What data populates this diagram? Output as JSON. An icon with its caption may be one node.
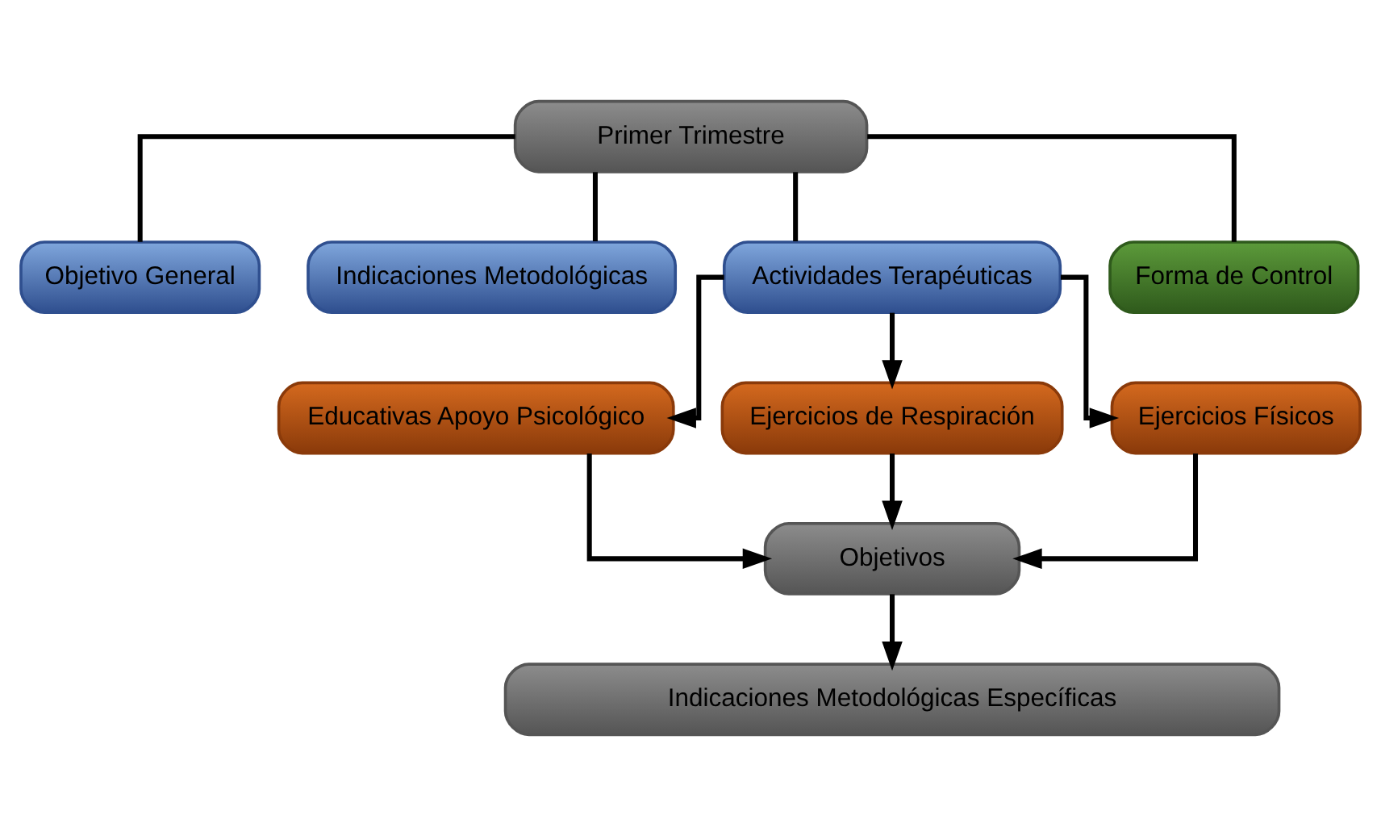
{
  "diagram": {
    "nodes": [
      {
        "text": [
          "Primer Trimestre"
        ]
      },
      {
        "text": [
          "Objetivo General"
        ]
      },
      {
        "text": [
          "Indicaciones Metodológicas"
        ]
      },
      {
        "text": [
          "Actividades Terapéuticas"
        ]
      },
      {
        "text": [
          "Forma de Control"
        ]
      },
      {
        "text": [
          "Educativas Apoyo Psicológico"
        ]
      },
      {
        "text": [
          "Ejercicios de Respiración"
        ]
      },
      {
        "text": [
          "Ejercicios Físicos"
        ]
      },
      {
        "text": [
          "Objetivos"
        ]
      },
      {
        "text": [
          "Indicaciones Metodológicas Específicas"
        ]
      }
    ],
    "edges": [
      {
        "from": 0,
        "to": 1,
        "arrow": "none"
      },
      {
        "from": 0,
        "to": 2,
        "arrow": "none"
      },
      {
        "from": 0,
        "to": 3,
        "arrow": "none"
      },
      {
        "from": 0,
        "to": 4,
        "arrow": "none"
      },
      {
        "from": 3,
        "to": 5,
        "arrow": "to"
      },
      {
        "from": 3,
        "to": 6,
        "arrow": "to"
      },
      {
        "from": 3,
        "to": 7,
        "arrow": "to"
      },
      {
        "from": 5,
        "to": 8,
        "arrow": "to"
      },
      {
        "from": 6,
        "to": 8,
        "arrow": "to"
      },
      {
        "from": 7,
        "to": 8,
        "arrow": "to"
      },
      {
        "from": 8,
        "to": 9,
        "arrow": "to"
      }
    ]
  }
}
